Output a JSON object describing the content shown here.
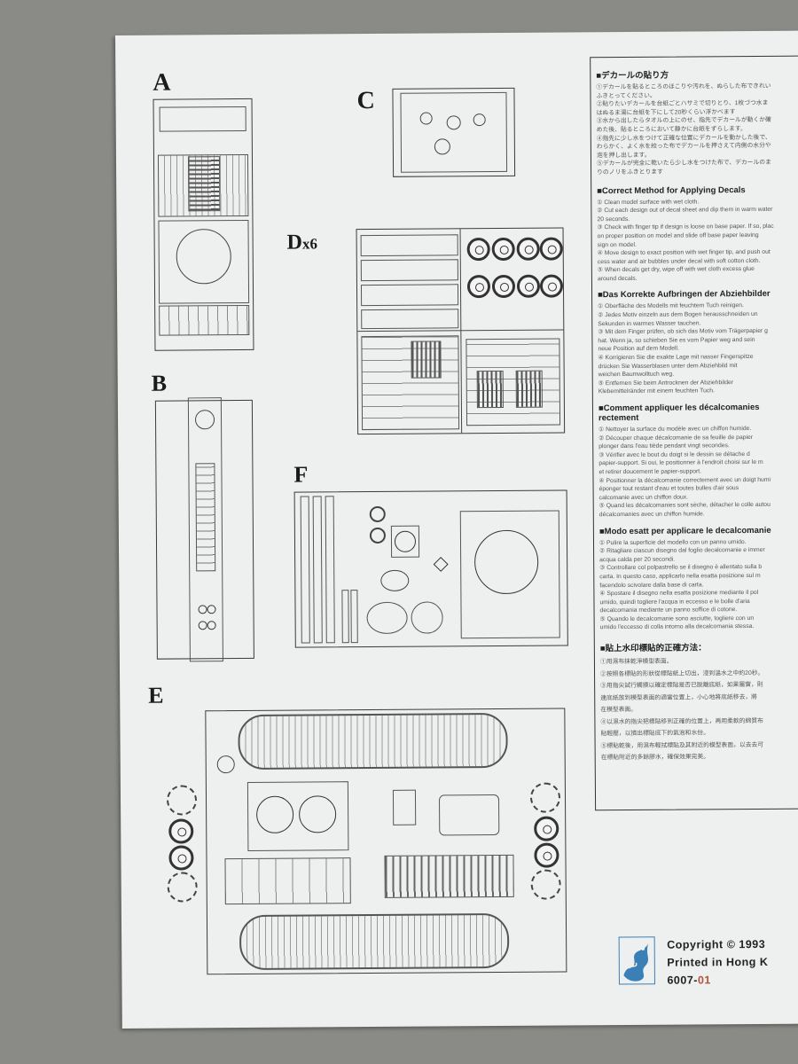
{
  "sections": {
    "a": "A",
    "b": "B",
    "c": "C",
    "d": "D",
    "d_count": "x6",
    "e": "E",
    "f": "F"
  },
  "decals": {
    "jp": {
      "heading": "■デカールの貼り方",
      "lines": [
        "①デカールを貼るところのほこりや汚れを、ぬらした布できれい",
        "  ふきとってください。",
        "②貼りたいデカールを台紙ごとハサミで切りとり、1枚づつ水ま",
        "  はぬるま湯に台紙を下にして20秒くらい浮かべます",
        "③水から出したらタオルの上にのせ、指先でデカールが動くか確",
        "  めた後、貼るところにおいて静かに台紙をずらします。",
        "④指先に少し水をつけて正確な位置にデカールを動かした後で、",
        "  わらかく、よく水を絞った布でデカールを押さえて内側の水分や",
        "  泡を押し出します。",
        "⑤デカールが完全に乾いたら少し水をつけた布で、デカールのま",
        "  りのノリをふきとります"
      ]
    },
    "en": {
      "heading": "■Correct Method for Applying Decals",
      "lines": [
        "① Clean model surface with wet cloth.",
        "② Cut each design out of decal sheet and dip them in warm water",
        "   20 seconds.",
        "③ Check with finger tip if design is loose on base paper. If so, plac",
        "   on proper position on model and slide off base paper leaving",
        "   sign on model.",
        "④ Move design to exact position with wet finger tip, and push out",
        "   cess water and air bubbles under decal with soft cotton cloth.",
        "⑤ When decals get dry, wipe off with wet cloth excess glue",
        "   around decals."
      ]
    },
    "de": {
      "heading": "■Das Korrekte Aufbringen der Abziehbilder",
      "lines": [
        "① Oberfläche des Modells mit feuchtem Tuch reinigen.",
        "② Jedes Motiv einzeln aus dem Bogen herausschneiden un",
        "   Sekunden in warmes Wasser tauchen.",
        "③ Mit dem Finger prüfen, ob sich das Motiv vom Trägerpapier g",
        "   hat. Wenn ja, so schieben Sie es vom Papier weg and sein",
        "   neue Position auf dem Modell.",
        "④ Korrigieren Sie die exakte Lage mit nasser Fingerspitze",
        "   drücken Sie Wasserblasen unter dem Abziehbild mit",
        "   weichen Baumwolltuch weg.",
        "⑤ Entfernen Sie beim Antrocknen der Abziehbilder",
        "   Klebemittelränder mit einem feuchten Tuch."
      ]
    },
    "fr": {
      "heading": "■Comment appliquer les décalcomanies",
      "heading2": "rectement",
      "lines": [
        "① Nettoyer la surface du modèle avec un chiffon humide.",
        "② Découper chaque décalcomanie de sa feuille de papier",
        "   plonger dans l'eau tiède pendant vingt secondes.",
        "③ Vérifier avec le bout du doigt si le dessin se détache d",
        "   papier-support. Si oui, le positionner à l'endroit choisi sur le m",
        "   et retirer doucement le papier-support.",
        "④ Positionner la décalcomanie correctement avec un doigt humi",
        "   éponger tout restant d'eau et toutes bulles d'air sous",
        "   calcomanie avec un chiffon doux.",
        "⑤ Quand les décalcomanies sont sèche, détacher le colle autou",
        "   décalcomanies avec un chiffon humide."
      ]
    },
    "it": {
      "heading": "■Modo esatt per applicare le decalcomanie",
      "lines": [
        "① Pulire la superficie del modello con un panno umido.",
        "② Ritagliare ciascun disegno dal foglio decalcomanie e immer",
        "   acqua calda per 20 secondi.",
        "③ Controllare col polpastrello se il disegno è allentato sulla b",
        "   carta. In questo caso, applicarlo nella esatta posizione sul m",
        "   facendolo scivolare dalla base di carta.",
        "④ Spostare il disegno nella esatta posizione mediante il pol",
        "   umido, quindi togliere l'acqua in eccesso e le bolle d'aria",
        "   decalcomania mediante un panno soffice di cotone.",
        "⑤ Quando le decalcomanie sono asciutte, togliere con un",
        "   umido l'eccesso di colla intorno alla decalcomania stessa."
      ]
    },
    "zh": {
      "heading": "■貼上水印標貼的正確方法：",
      "lines": [
        "①用濕布抹乾淨模型表面。",
        "②按照各標貼的形狀從標貼紙上切出，浸到溫水之中約20秒。",
        "③用指尖試行觸摸以確定標貼是否已脫離底紙，如果屬實，則",
        "  連底紙放到模型表面的適當位置上，小心地將底紙移去，將",
        "  在模型表面。",
        "④以濕水的指尖把標貼移到正確的位置上，再用柔軟的綿質布",
        "  貼輕壓，以擠出標貼底下的氣泡和水份。",
        "⑤標貼乾後，用濕布輕拭標貼及其附近的模型表面，以去去可",
        "  在標貼附近的多餘膠水，確保效果完美。"
      ]
    }
  },
  "footer": {
    "copyright": "Copyright © 1993",
    "printed": "Printed in Hong K",
    "code_main": "6007-",
    "code_suffix": "01"
  }
}
